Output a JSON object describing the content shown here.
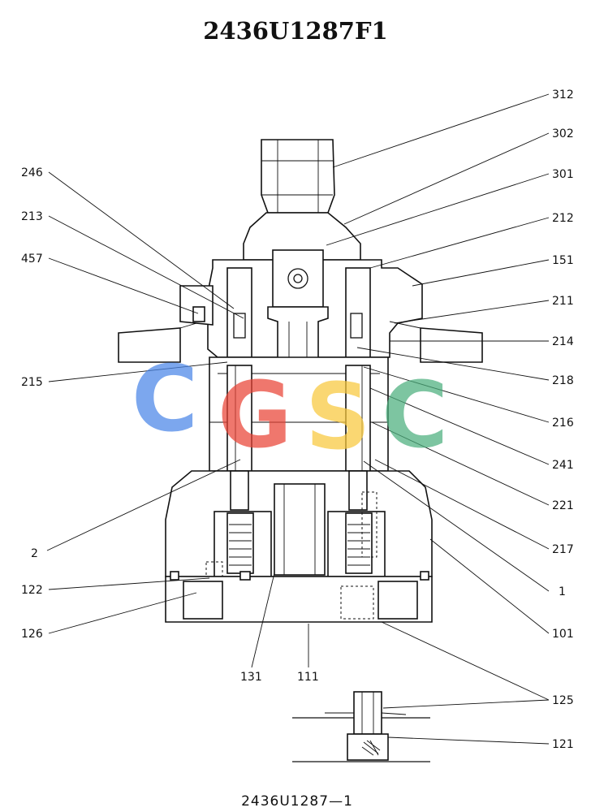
{
  "title": "2436U1287F1",
  "subtitle": "2436U1287—1",
  "watermark": {
    "letters": [
      "C",
      "G",
      "S",
      "C"
    ],
    "colors": [
      "#4a86e8",
      "#ea4335",
      "#f9c93c",
      "#4caf7d"
    ]
  },
  "callouts": {
    "left": [
      "246",
      "213",
      "457",
      "215",
      "2",
      "122",
      "126"
    ],
    "right": [
      "312",
      "302",
      "301",
      "212",
      "151",
      "211",
      "214",
      "218",
      "216",
      "241",
      "221",
      "217",
      "1",
      "101",
      "125",
      "121"
    ],
    "bottom": [
      "131",
      "111"
    ]
  }
}
